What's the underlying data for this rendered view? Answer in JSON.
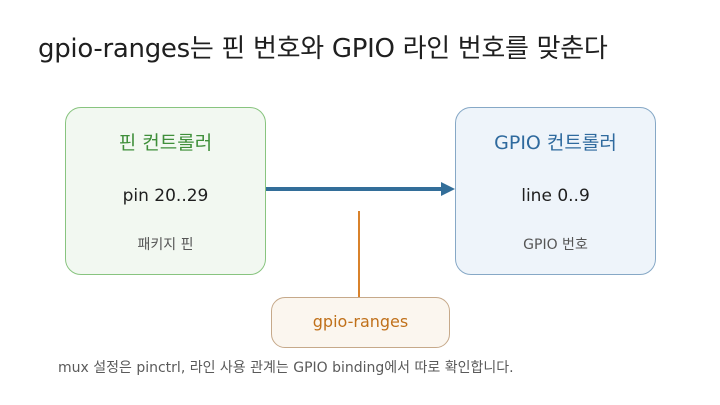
{
  "title": "gpio-ranges는 핀 번호와 GPIO 라인 번호를 맞춘다",
  "left_box": {
    "title": "핀 컨트롤러",
    "main": "pin 20..29",
    "sub": "패키지 핀"
  },
  "right_box": {
    "title": "GPIO 컨트롤러",
    "main": "line 0..9",
    "sub": "GPIO 번호"
  },
  "link_label": "gpio-ranges",
  "footnote": "mux 설정은 pinctrl, 라인 사용 관계는 GPIO binding에서 따로 확인합니다.",
  "colors": {
    "arrow": "#336e99",
    "connector": "#d9822b",
    "left_accent": "#3f8f3a",
    "right_accent": "#2f6a9e"
  }
}
